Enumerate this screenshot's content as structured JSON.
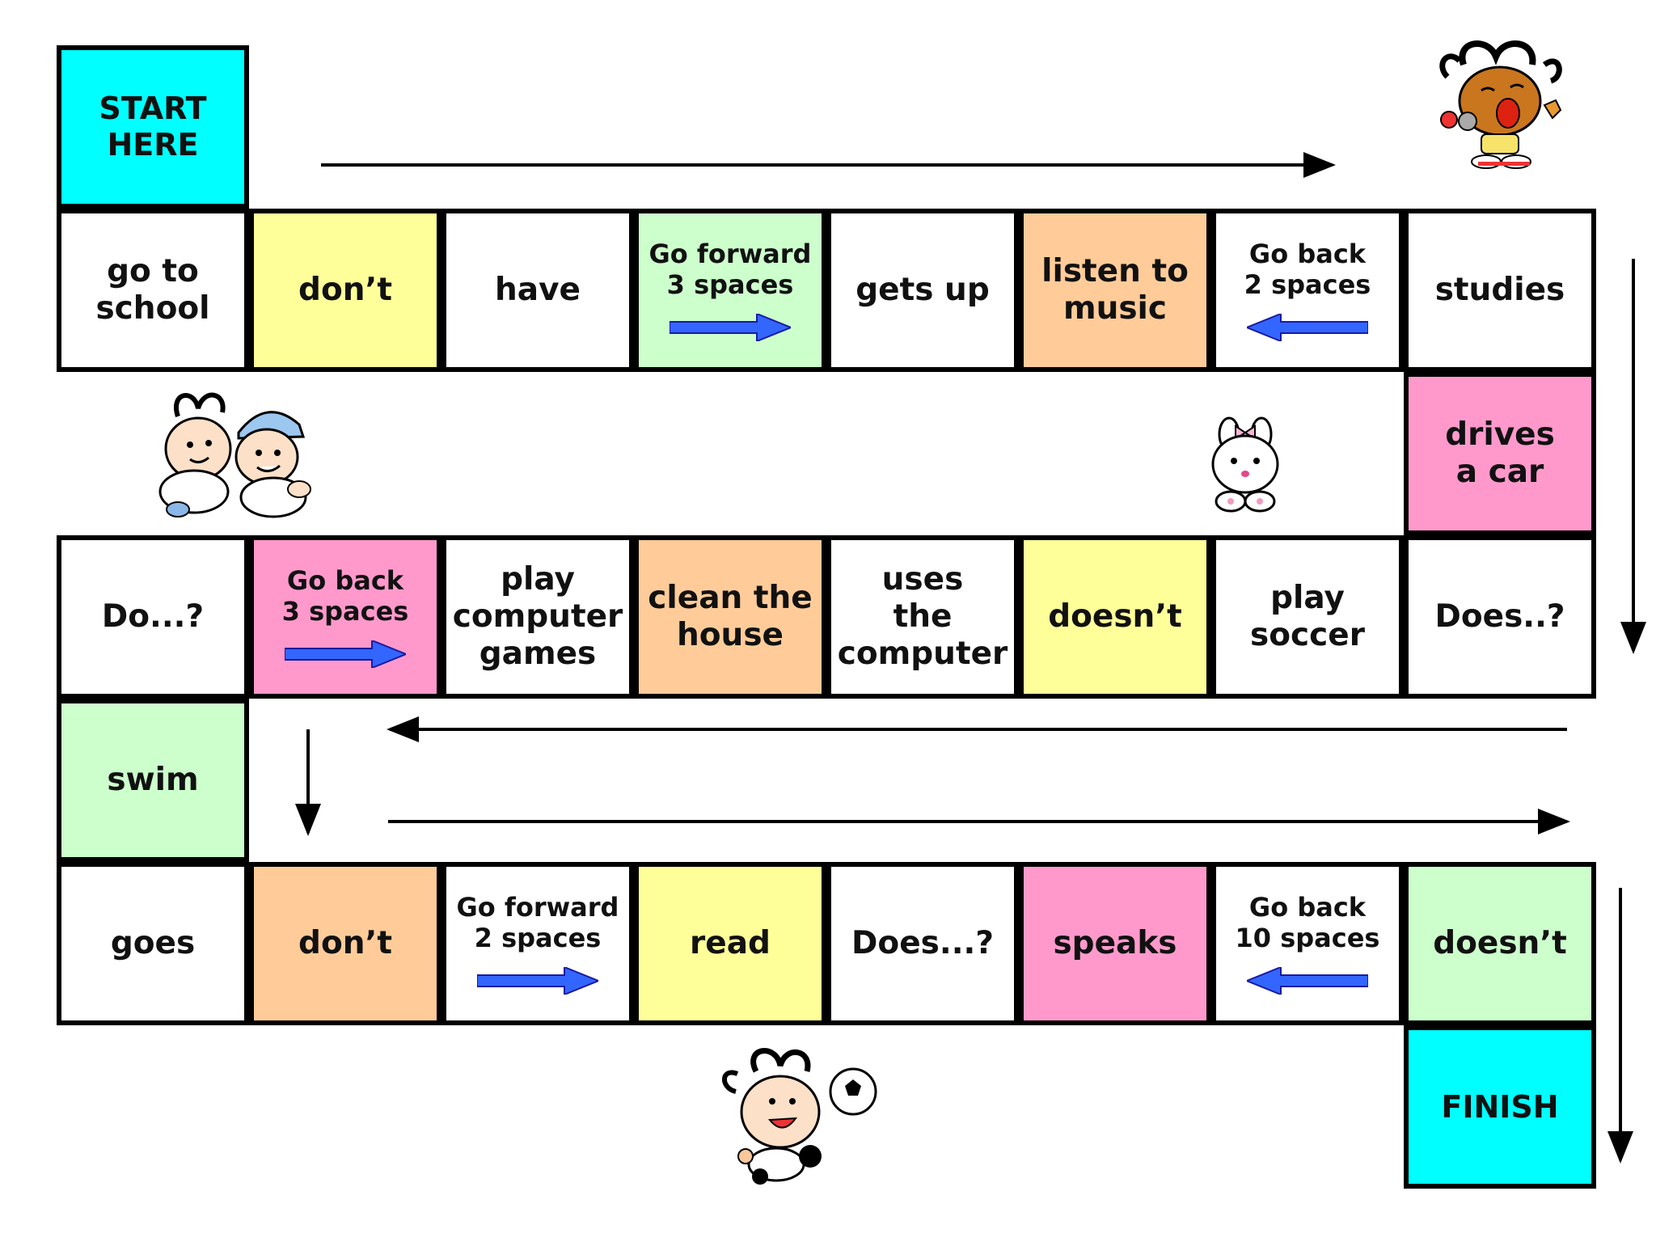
{
  "colors": {
    "white": "#ffffff",
    "yellow": "#ffff99",
    "green": "#ccffcc",
    "orange": "#ffcc99",
    "pink": "#ff99cc",
    "cyan": "#00ffff",
    "arrow_blue": "#3366ff"
  },
  "start": {
    "text": "START HERE",
    "color": "cyan"
  },
  "finish": {
    "text": "FINISH",
    "color": "cyan"
  },
  "rows": [
    [
      {
        "text": "go to\nschool",
        "color": "white"
      },
      {
        "text": "don’t",
        "color": "yellow"
      },
      {
        "text": "have",
        "color": "white"
      },
      {
        "text": "Go forward\n3 spaces",
        "color": "green",
        "arrow": "right"
      },
      {
        "text": "gets up",
        "color": "white"
      },
      {
        "text": "listen to\nmusic",
        "color": "orange"
      },
      {
        "text": "Go back\n2 spaces",
        "color": "white",
        "arrow": "left"
      },
      {
        "text": "studies",
        "color": "white"
      }
    ],
    [
      {
        "text": "drives\na car",
        "color": "pink"
      }
    ],
    [
      {
        "text": "Do...?",
        "color": "white"
      },
      {
        "text": "Go back\n3 spaces",
        "color": "pink",
        "arrow": "right"
      },
      {
        "text": "play\ncomputer\ngames",
        "color": "white"
      },
      {
        "text": "clean the\nhouse",
        "color": "orange"
      },
      {
        "text": "uses\nthe\ncomputer",
        "color": "white"
      },
      {
        "text": "doesn’t",
        "color": "yellow"
      },
      {
        "text": "play\nsoccer",
        "color": "white"
      },
      {
        "text": "Does..?",
        "color": "white"
      }
    ],
    [
      {
        "text": "swim",
        "color": "green"
      }
    ],
    [
      {
        "text": "goes",
        "color": "white"
      },
      {
        "text": "don’t",
        "color": "orange"
      },
      {
        "text": "Go forward\n2 spaces",
        "color": "white",
        "arrow": "right"
      },
      {
        "text": "read",
        "color": "yellow"
      },
      {
        "text": "Does...?",
        "color": "white"
      },
      {
        "text": "speaks",
        "color": "pink"
      },
      {
        "text": "Go back\n10 spaces",
        "color": "white",
        "arrow": "left"
      },
      {
        "text": "doesn’t",
        "color": "green"
      }
    ]
  ],
  "characters": [
    {
      "name": "singing-kid-icon"
    },
    {
      "name": "two-babies-icon"
    },
    {
      "name": "bunny-icon"
    },
    {
      "name": "soccer-kid-icon"
    }
  ]
}
